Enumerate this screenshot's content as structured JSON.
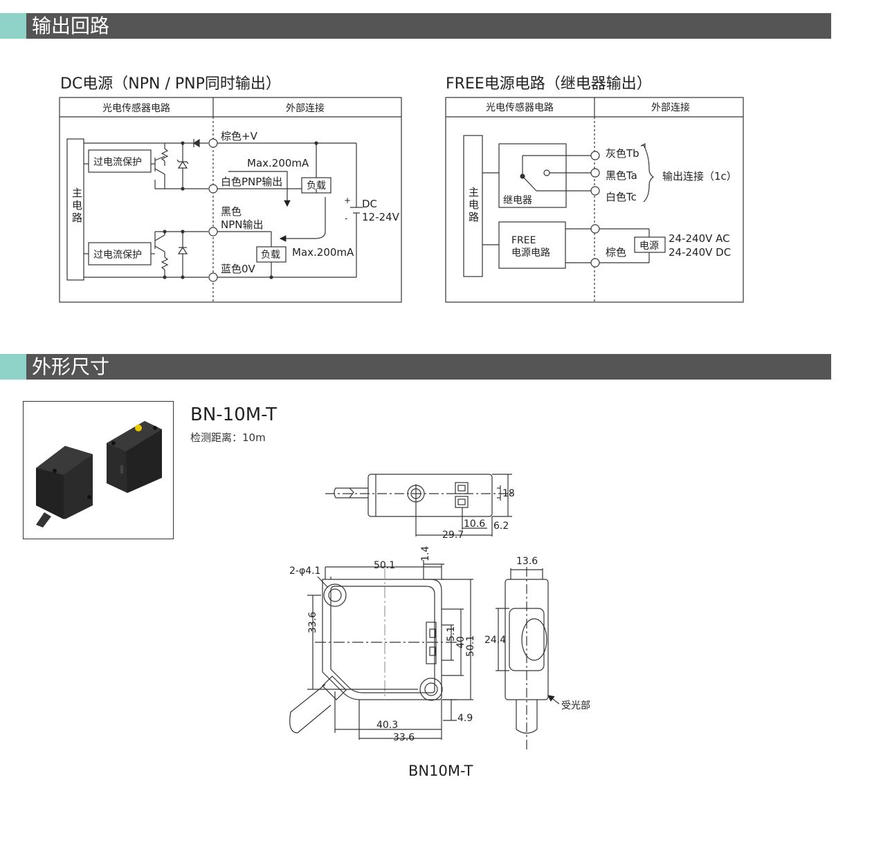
{
  "sections": {
    "output_circuit": "输出回路",
    "dimensions": "外形尺寸"
  },
  "dc_diagram": {
    "title": "DC电源（NPN / PNP同时输出）",
    "col_left": "光电传感器电路",
    "col_right": "外部连接",
    "main_circuit": [
      "主",
      "电",
      "路"
    ],
    "protect": "过电流保护",
    "brown": "棕色+V",
    "white": "白色PNP输出",
    "black": "黑色",
    "npn": "NPN输出",
    "blue": "蓝色0V",
    "load": "负载",
    "max": "Max.200mA",
    "plus": "+",
    "minus": "-",
    "dc": "DC",
    "voltage": "12-24V"
  },
  "free_diagram": {
    "title": "FREE电源电路（继电器输出）",
    "col_left": "光电传感器电路",
    "col_right": "外部连接",
    "main_circuit": [
      "主",
      "电",
      "路"
    ],
    "relay": "继电器",
    "gray": "灰色Tb",
    "black": "黑色Ta",
    "white": "白色Tc",
    "output": "输出连接（1c）",
    "free1": "FREE",
    "free2": "电源电路",
    "brown": "棕色",
    "power": "电源",
    "ac": "24-240V  AC",
    "dcv": "24-240V  DC"
  },
  "product": {
    "model": "BN-10M-T",
    "detect_distance": "检测距离：10m",
    "caption": "BN10M-T"
  },
  "dimensions": {
    "top_view": {
      "d18": "18",
      "d10_6": "10.6",
      "d6_2": "6.2",
      "d29_7": "29.7"
    },
    "front_view": {
      "hole": "2-φ4.1",
      "d50_1_top": "50.1",
      "d1_4": "1.4",
      "d33_6_left": "33.6",
      "d5_1": "5.1",
      "d40": "40",
      "d50_1_right": "50.1",
      "d4_9": "4.9",
      "d40_3": "40.3",
      "d33_6_bottom": "33.6"
    },
    "side_view": {
      "d13_6": "13.6",
      "d24_4": "24.4",
      "receiver": "受光部"
    }
  }
}
